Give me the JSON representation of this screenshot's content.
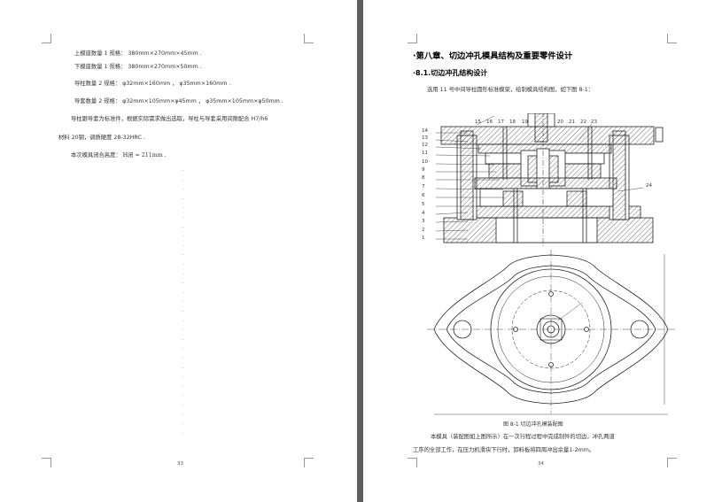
{
  "left_page": {
    "lines": [
      "上模座数量 1   规格： 380mm×270mm×45mm .",
      "下模座数量 1   规格： 380mm×270mm×50mm .",
      "导柱数量 2  规格： φ32mm×160mm ， φ35mm×160mm .",
      "导套数量 2  规格： φ32mm×105mm×φ45mm ， φ35mm×105mm×φ50mm .",
      "导柱跟导套为标准件，根据实际需求做出选取，导柱与导套采用间隙配合 H7/h6",
      "材料 20钢，调质硬度 28-32HRC .",
      "本次模具闭合高度： H闭 = 211mm ."
    ],
    "page_number": "33"
  },
  "right_page": {
    "chapter_title": "第八章、切边冲孔模具结构及重要零件设计",
    "section_title": "8.1.切边冲孔结构设计",
    "intro": "选用 11 号中间导柱圆形标准模架，绘制模具结构图，如下图 8-1：",
    "callout_left": [
      "14",
      "13",
      "12",
      "11",
      "10",
      "9",
      "8",
      "7",
      "6",
      "5",
      "4",
      "3",
      "2",
      "1"
    ],
    "callout_top": [
      "15",
      "16",
      "17",
      "18",
      "19",
      "20",
      "21",
      "22",
      "23"
    ],
    "callout_right": "24",
    "figure_caption": "图 8-1   切边冲孔模装配图",
    "body_line1": "本模具（装配图如上图所示）在一次行程过程中完成制件的切边，冲孔两道",
    "body_line2": "工序的全部工作，在压力机滑块下行时，卸料板将四周冲出余量1-2mm。",
    "page_number": "34"
  }
}
